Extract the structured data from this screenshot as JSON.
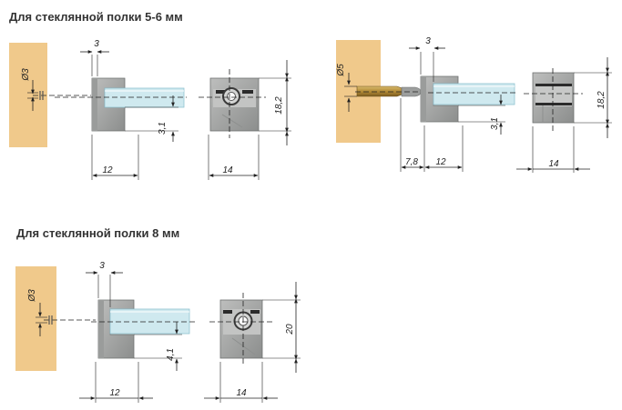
{
  "headings": {
    "shelf_5_6": "Для стеклянной полки 5-6 мм",
    "shelf_8": "Для стеклянной полки 8 мм"
  },
  "colors": {
    "wood": "#f0c98b",
    "holder": "#a9aaa9",
    "holder_dark": "#7e807f",
    "glass": "#cfe9ef",
    "glass_edge": "#8fc3d1",
    "pin": "#b99341",
    "line": "#222222"
  },
  "variant_a": {
    "hole_dia": "Ø3",
    "wall_offset": "3",
    "glass_bottom": "3,1",
    "depth": "12",
    "width": "14",
    "height": "18,2"
  },
  "variant_b": {
    "hole_dia": "Ø5",
    "wall_offset": "3",
    "glass_bottom": "3,1",
    "pin_length": "7,8",
    "depth": "12",
    "width": "14",
    "height": "18,2"
  },
  "variant_c": {
    "hole_dia": "Ø3",
    "wall_offset": "3",
    "glass_bottom": "4,1",
    "depth": "12",
    "width": "14",
    "height": "20"
  }
}
